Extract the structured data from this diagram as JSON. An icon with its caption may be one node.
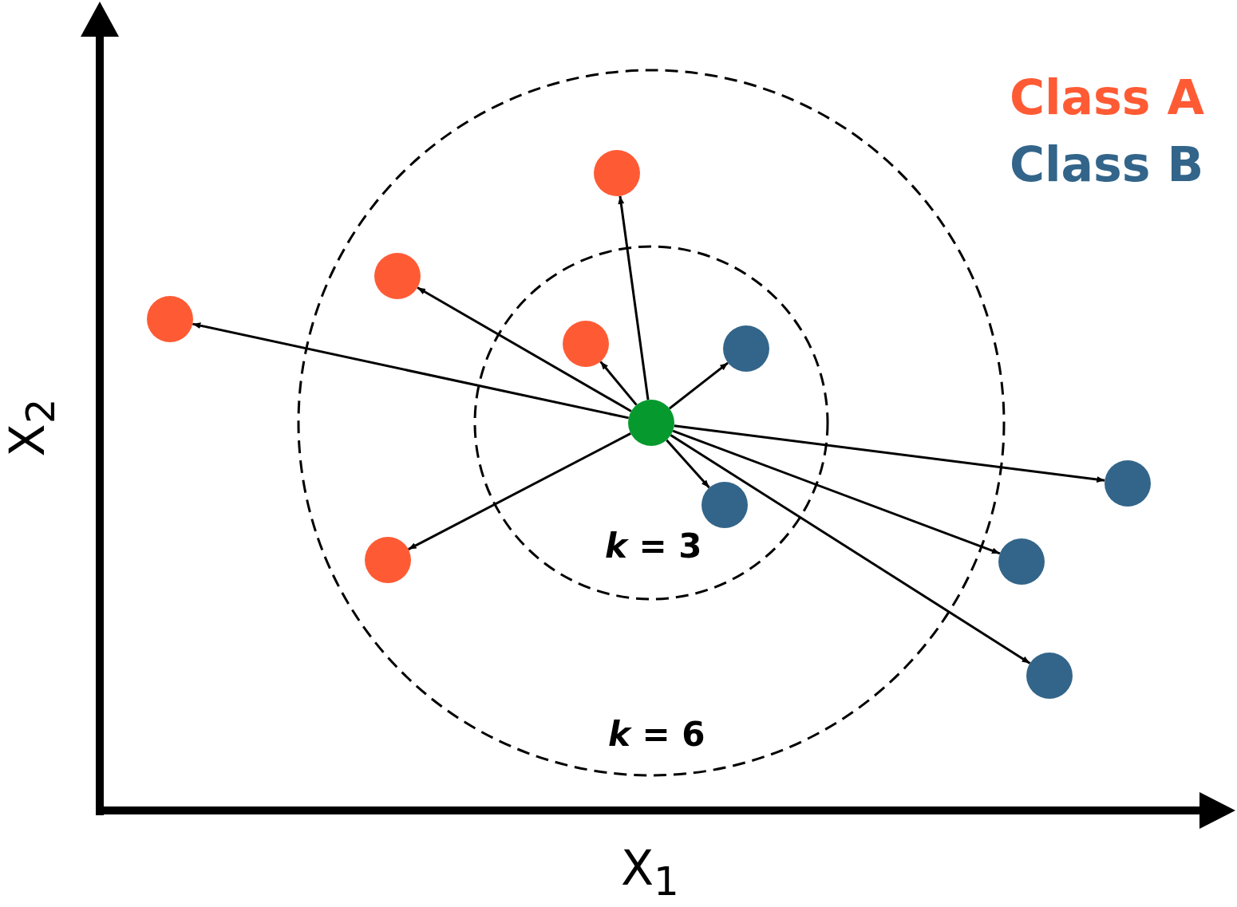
{
  "diagram": {
    "nodes": [
      {
        "text": [],
        "shape": "circle"
      },
      {
        "text": [],
        "shape": "circle"
      },
      {
        "text": [],
        "shape": "circle"
      },
      {
        "text": [],
        "shape": "circle"
      },
      {
        "text": [],
        "shape": "circle"
      },
      {
        "text": [],
        "shape": "circle"
      },
      {
        "text": [],
        "shape": "circle"
      },
      {
        "text": [],
        "shape": "circle"
      },
      {
        "text": [],
        "shape": "circle"
      },
      {
        "text": [],
        "shape": "circle"
      },
      {
        "text": [],
        "shape": "circle"
      }
    ],
    "edges": [
      {
        "from": 5,
        "to": 0,
        "arrow": "to"
      },
      {
        "from": 5,
        "to": 1,
        "arrow": "to"
      },
      {
        "from": 5,
        "to": 2,
        "arrow": "to"
      },
      {
        "from": 5,
        "to": 3,
        "arrow": "to"
      },
      {
        "from": 5,
        "to": 4,
        "arrow": "to"
      },
      {
        "from": 5,
        "to": 6,
        "arrow": "to"
      },
      {
        "from": 5,
        "to": 7,
        "arrow": "to"
      },
      {
        "from": 5,
        "to": 8,
        "arrow": "to"
      },
      {
        "from": 5,
        "to": 9,
        "arrow": "to"
      },
      {
        "from": 5,
        "to": 10,
        "arrow": "to"
      }
    ],
    "labels": [
      "*k* = 3",
      "*k* = 6",
      "X$_{2}$",
      "X$_{1}$"
    ],
    "legend": [
      {
        "text": "Class A",
        "color": "#fe5b35"
      },
      {
        "text": "Class B",
        "color": "#33658a"
      }
    ]
  }
}
